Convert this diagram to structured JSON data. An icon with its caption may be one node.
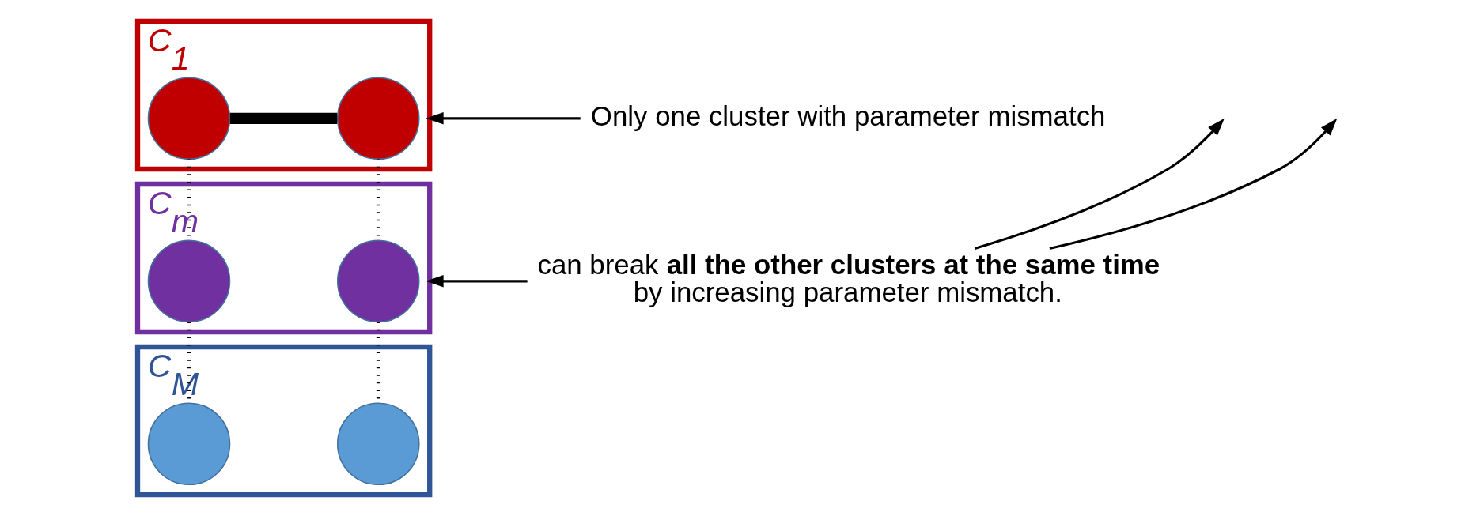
{
  "diagram": {
    "nodes": [
      {
        "text": [
          "C$_{1}$"
        ]
      },
      {
        "text": [],
        "shape": "circle",
        "in": 0
      },
      {
        "text": [],
        "shape": "circle",
        "in": 0
      },
      {
        "text": [
          "C$_{m}$"
        ]
      },
      {
        "text": [],
        "shape": "circle",
        "in": 3
      },
      {
        "text": [],
        "shape": "circle",
        "in": 3
      },
      {
        "text": [
          "C$_{M}$"
        ]
      },
      {
        "text": [],
        "shape": "circle",
        "in": 6
      },
      {
        "text": [],
        "shape": "circle",
        "in": 6
      },
      {
        "text": [
          "Only one cluster with parameter mismatch"
        ]
      },
      {
        "text": [
          "can break **all the other clusters at the same time** by increasing parameter mismatch."
        ]
      }
    ],
    "edges": [
      {
        "from": 1,
        "to": 2,
        "arrow": "none",
        "style": "thick"
      },
      {
        "from": 1,
        "to": 4,
        "arrow": "none",
        "style": "dashed"
      },
      {
        "from": 2,
        "to": 5,
        "arrow": "none",
        "style": "dashed"
      },
      {
        "from": 4,
        "to": 7,
        "arrow": "none",
        "style": "dashed"
      },
      {
        "from": 5,
        "to": 8,
        "arrow": "none",
        "style": "dashed"
      },
      {
        "from": 9,
        "to": 0,
        "arrow": "to"
      },
      {
        "from": 10,
        "to": null,
        "arrow": "to"
      },
      {
        "from": 10,
        "to": 3,
        "arrow": "to"
      },
      {
        "from": 10,
        "to": null,
        "arrow": "to"
      }
    ]
  }
}
